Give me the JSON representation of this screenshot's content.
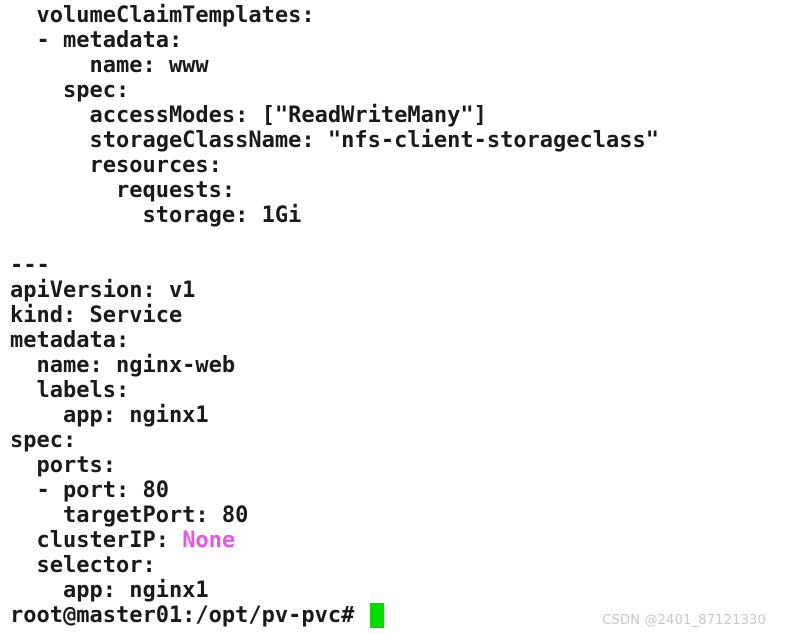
{
  "terminal": {
    "lines": [
      "  volumeClaimTemplates:",
      "  - metadata:",
      "      name: www",
      "    spec:",
      "      accessModes: [\"ReadWriteMany\"]",
      "      storageClassName: \"nfs-client-storageclass\"",
      "      resources:",
      "        requests:",
      "          storage: 1Gi",
      "",
      "---",
      "apiVersion: v1",
      "kind: Service",
      "metadata:",
      "  name: nginx-web",
      "  labels:",
      "    app: nginx1",
      "spec:",
      "  ports:",
      "  - port: 80",
      "    targetPort: 80",
      "  clusterIP: ",
      "  selector:",
      "    app: nginx1"
    ],
    "cluster_ip_value": "None",
    "prompt": "root@master01:/opt/pv-pvc# ",
    "colors": {
      "text": "#1a1a1a",
      "none_value": "#ee52ee",
      "cursor": "#00dd00"
    }
  },
  "watermark": "CSDN @2401_87121330"
}
